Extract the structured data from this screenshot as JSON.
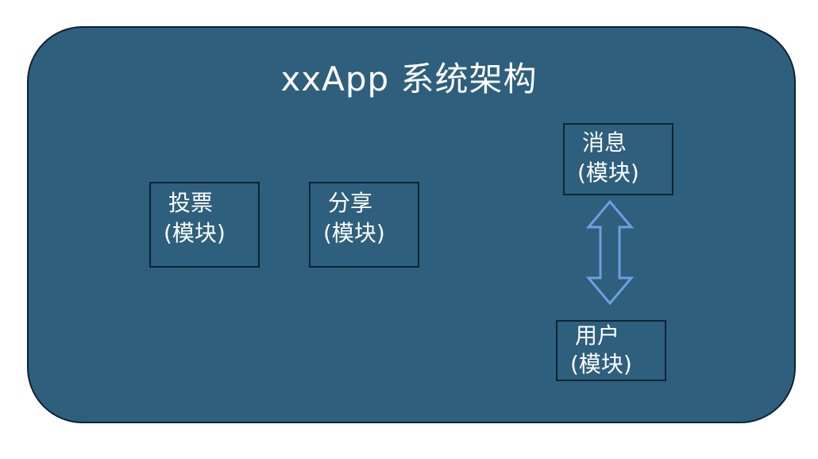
{
  "diagram": {
    "title": "xxApp 系统架构",
    "modules": [
      {
        "line1": "投票",
        "line2": "(模块)"
      },
      {
        "line1": "分享",
        "line2": "(模块)"
      },
      {
        "line1": "消息",
        "line2": "(模块)"
      },
      {
        "line1": "用户",
        "line2": "(模块)"
      }
    ],
    "colors": {
      "panel_fill": "#2e5f7d",
      "panel_border": "#0d2434",
      "text": "#ffffff",
      "arrow_stroke": "#6f9fe0"
    }
  }
}
